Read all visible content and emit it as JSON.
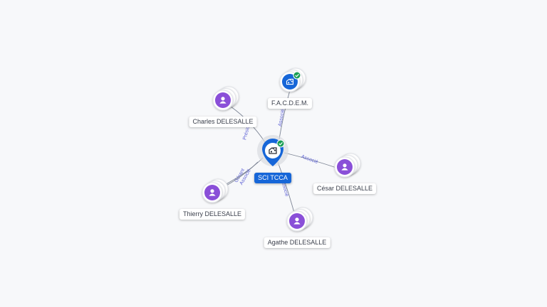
{
  "colors": {
    "edge": "#7d8595",
    "edge_label": "#6266d6",
    "person": "#8a4fd8",
    "company": "#1666d8",
    "verified": "#1a9e55"
  },
  "nodes": [
    {
      "id": "center",
      "label": "SCI TCCA",
      "kind": "company-center",
      "icon": "building-icon",
      "verified": true
    },
    {
      "id": "facdem",
      "label": "F.A.C.D.E.M.",
      "kind": "company",
      "icon": "building-icon",
      "verified": true
    },
    {
      "id": "charles",
      "label": "Charles DELESALLE",
      "kind": "person",
      "icon": "user-icon",
      "verified": false
    },
    {
      "id": "cesar",
      "label": "César DELESALLE",
      "kind": "person",
      "icon": "user-icon",
      "verified": false
    },
    {
      "id": "thierry",
      "label": "Thierry DELESALLE",
      "kind": "person",
      "icon": "user-icon",
      "verified": false
    },
    {
      "id": "agathe",
      "label": "Agathe DELESALLE",
      "kind": "person",
      "icon": "user-icon",
      "verified": false
    }
  ],
  "edges": [
    {
      "from": "facdem",
      "to": "center",
      "label": "Associé"
    },
    {
      "from": "charles",
      "to": "center",
      "label": "Président"
    },
    {
      "from": "cesar",
      "to": "center",
      "label": "Associé"
    },
    {
      "from": "thierry",
      "to": "center",
      "label": "Gérant"
    },
    {
      "from": "thierry",
      "to": "center",
      "label": "Associé"
    },
    {
      "from": "agathe",
      "to": "center",
      "label": "Associé"
    }
  ]
}
